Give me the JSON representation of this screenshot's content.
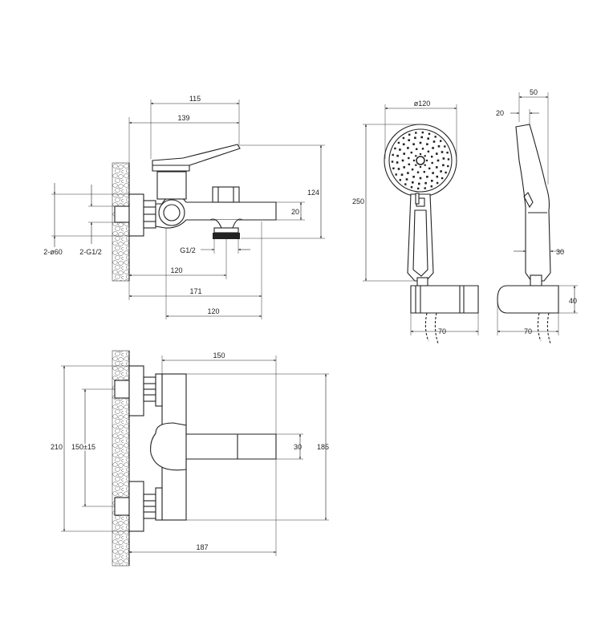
{
  "dimensions": {
    "front_115": "115",
    "front_139": "139",
    "front_124": "124",
    "front_20": "20",
    "front_2d60": "2-ø60",
    "front_2g12": "2-G1/2",
    "front_g12": "G1/2",
    "front_120a": "120",
    "front_171": "171",
    "front_120b": "120",
    "shower_d120": "ø120",
    "shower_250": "250",
    "holder_70a": "70",
    "side_50": "50",
    "side_20": "20",
    "side_30": "30",
    "side_40": "40",
    "side_70": "70",
    "top_150": "150",
    "top_210": "210",
    "top_150pm15": "150±15",
    "top_30": "30",
    "top_185": "185",
    "top_187": "187"
  },
  "colors": {
    "line": "#222222",
    "background": "#ffffff"
  }
}
